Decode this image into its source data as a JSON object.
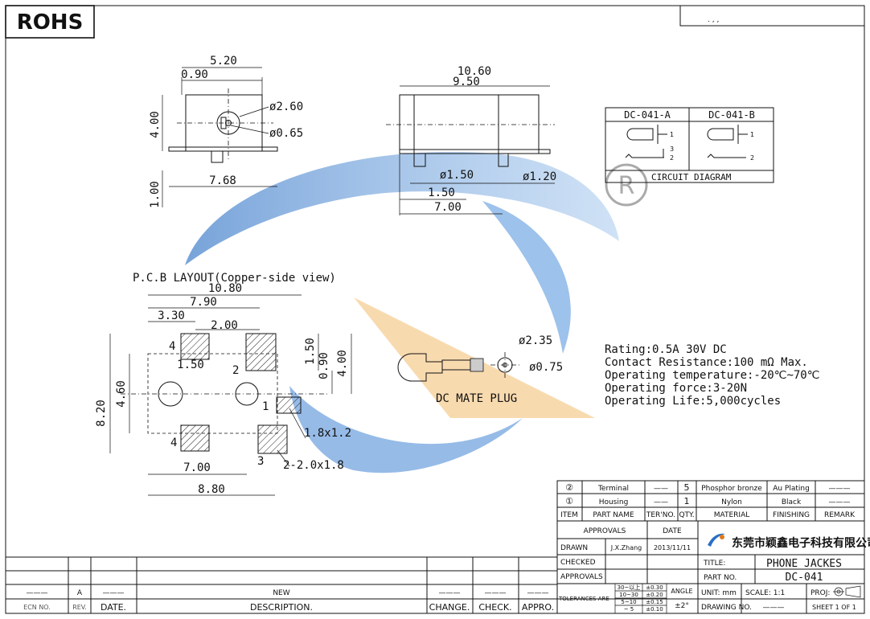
{
  "rohs": "ROHS",
  "title_box_text": ". , ,",
  "watermark": "®",
  "top_view": {
    "width": "5.20",
    "offset": "0.90",
    "height": "4.00",
    "d1": "ø2.60",
    "d2": "ø0.65",
    "pad": "7.68",
    "lead": "1.00"
  },
  "side_view": {
    "len": "10.60",
    "body": "9.50",
    "d_pin1": "ø1.50",
    "d_pin2": "ø1.20",
    "pin_off": "1.50",
    "pin_span": "7.00"
  },
  "circuit": {
    "a": "DC-041-A",
    "b": "DC-041-B",
    "label": "CIRCUIT  DIAGRAM",
    "p1": "1",
    "p2": "2",
    "p3": "3"
  },
  "pcb": {
    "title": "P.C.B  LAYOUT(Copper-side  view)",
    "dims": [
      "10.80",
      "7.90",
      "3.30",
      "2.00",
      "1.50",
      "1.50",
      "0.90",
      "4.00",
      "8.20",
      "4.60",
      "7.00",
      "8.80"
    ],
    "pads": [
      "4",
      "2",
      "1",
      "4",
      "3"
    ],
    "callouts": [
      "1.8x1.2",
      "2-2.0x1.8"
    ]
  },
  "plug": {
    "d1": "ø2.35",
    "d2": "ø0.75",
    "label": "DC  MATE  PLUG"
  },
  "specs": [
    "Rating:0.5A  30V  DC",
    "Contact  Resistance:100  mΩ  Max.",
    "Operating  temperature:-20℃~70℃",
    "Operating  force:3-20N",
    "Operating  Life:5,000cycles"
  ],
  "bom": {
    "rows": [
      {
        "item": "②",
        "name": "Terminal",
        "ter": "——",
        "qty": "5",
        "material": "Phosphor  bronze",
        "finish": "Au  Plating",
        "remark": "———"
      },
      {
        "item": "①",
        "name": "Housing",
        "ter": "——",
        "qty": "1",
        "material": "Nylon",
        "finish": "Black",
        "remark": "———"
      }
    ],
    "header": {
      "item": "ITEM",
      "name": "PART  NAME",
      "ter": "TER'NO.",
      "qty": "QTY.",
      "material": "MATERIAL",
      "finish": "FINISHING",
      "remark": "REMARK"
    }
  },
  "title_block": {
    "approvals": "APPROVALS",
    "date": "DATE",
    "drawn": "DRAWN",
    "drawn_by": "J.X.Zhang",
    "drawn_date": "2013/11/11",
    "checked": "CHECKED",
    "approvals2": "APPROVALS",
    "tolerances": "TOLERANCES  ARE",
    "tol_ranges": [
      "30~以上",
      "10~30",
      "5~10",
      "~ 5"
    ],
    "tol_vals": [
      "±0.30",
      "±0.20",
      "±0.15",
      "±0.10"
    ],
    "angle": "ANGLE",
    "angle_val": "±2°",
    "company": "东莞市颖鑫电子科技有限公司",
    "title_lbl": "TITLE:",
    "title": "PHONE  JACKES",
    "partno_lbl": "PART  NO.",
    "partno": "DC-041",
    "unit": "UNIT:  mm",
    "scale": "SCALE:  1:1",
    "proj": "PROJ:",
    "drawing_no": "DRAWING  NO.",
    "drawing_val": "———",
    "sheet": "SHEET  1  OF  1"
  },
  "revision": {
    "ecn": "ECN  NO.",
    "rev": "REV.",
    "date": "DATE.",
    "desc": "DESCRIPTION.",
    "change": "CHANGE.",
    "check": "CHECK.",
    "appro": "APPRO.",
    "rev_val": "A",
    "new": "NEW",
    "dash": "———"
  }
}
